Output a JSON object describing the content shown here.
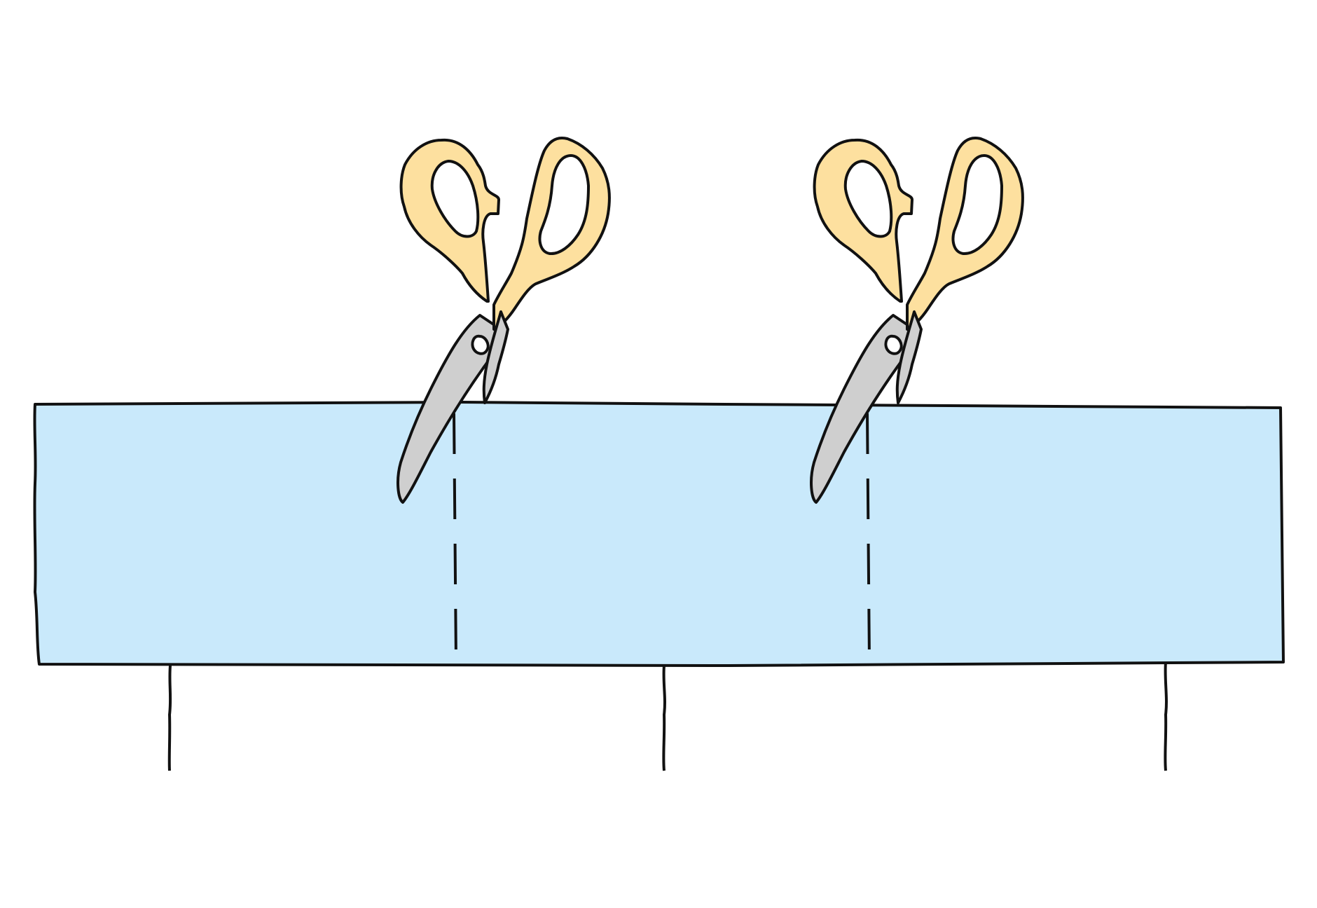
{
  "figure": {
    "kind": "cutting diagram",
    "strip_color": "#c9e9fb",
    "outline_color": "#111111",
    "handle_color": "#fde09f",
    "blade_color": "#cfcfcf",
    "background": "#ffffff"
  },
  "strip": {
    "cut_lines": 2,
    "cut_line_style": "dashed",
    "segment_ticks": 3
  },
  "scissors": [
    {
      "icon": "scissors-icon",
      "position": "cut-line-1"
    },
    {
      "icon": "scissors-icon",
      "position": "cut-line-2"
    }
  ]
}
